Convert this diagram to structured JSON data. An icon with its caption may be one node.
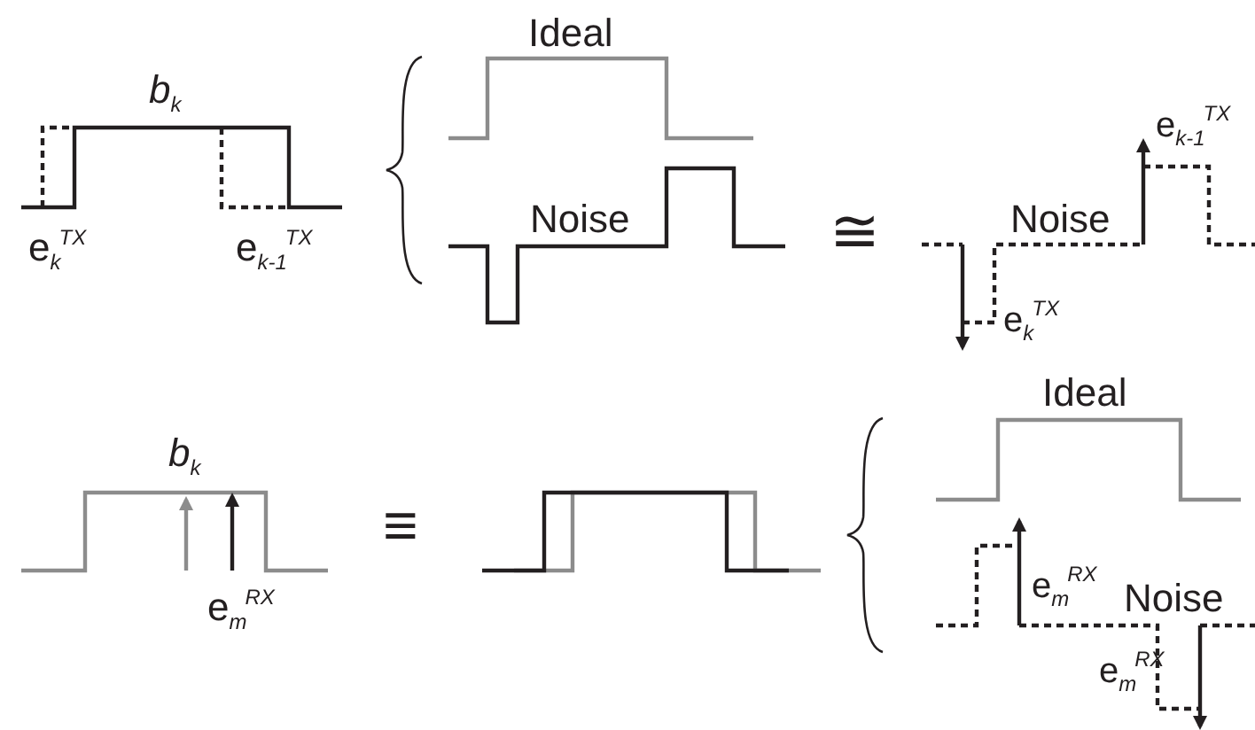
{
  "diagram": {
    "labels": [
      "b$_{k}$",
      "Ideal",
      "e$_{k}$$^{TX}$",
      "e$_{k-1}$$^{TX}$",
      "Noise",
      "≅",
      "e$_{k-1}$$^{TX}$",
      "Noise",
      "e$_{k}$$^{TX}$",
      "Ideal",
      "b$_{k}$",
      "≡",
      "e$_{m}$$^{RX}$",
      "e$_{m}$$^{RX}$",
      "Noise",
      "e$_{m}$$^{RX}$"
    ]
  }
}
